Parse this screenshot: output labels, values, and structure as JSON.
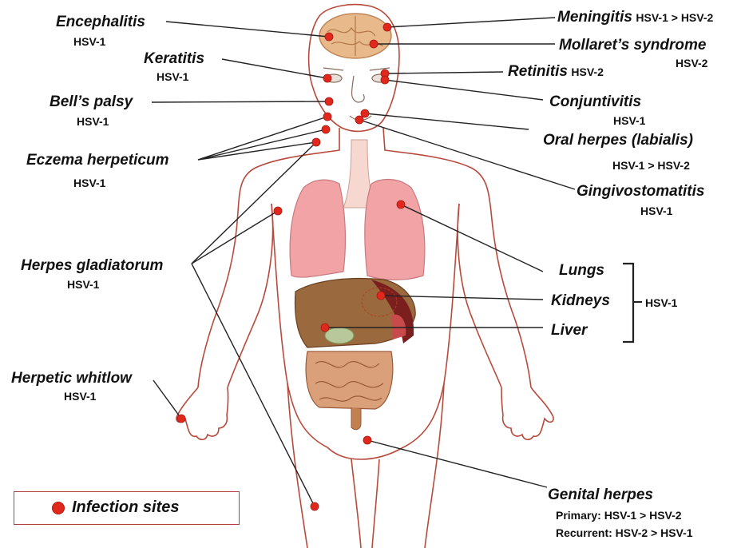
{
  "labels": {
    "encephalitis": {
      "title": "Encephalitis",
      "sub": "HSV-1"
    },
    "keratitis": {
      "title": "Keratitis",
      "sub": "HSV-1"
    },
    "bells_palsy": {
      "title": "Bell’s palsy",
      "sub": "HSV-1"
    },
    "eczema": {
      "title": "Eczema herpeticum",
      "sub": "HSV-1"
    },
    "gladiatorum": {
      "title": "Herpes gladiatorum",
      "sub": "HSV-1"
    },
    "whitlow": {
      "title": "Herpetic whitlow",
      "sub": "HSV-1"
    },
    "meningitis": {
      "title": "Meningitis",
      "sub": "HSV-1 > HSV-2"
    },
    "mollaret": {
      "title": "Mollaret’s syndrome",
      "sub": "HSV-2"
    },
    "retinitis": {
      "title": "Retinitis",
      "sub": "HSV-2"
    },
    "conjuntivitis": {
      "title": "Conjuntivitis",
      "sub": "HSV-1"
    },
    "oral_herpes": {
      "title": "Oral herpes (labialis)",
      "sub": "HSV-1 > HSV-2"
    },
    "gingivo": {
      "title": "Gingivostomatitis",
      "sub": "HSV-1"
    },
    "lungs": {
      "title": "Lungs"
    },
    "kidneys": {
      "title": "Kidneys"
    },
    "liver": {
      "title": "Liver"
    },
    "visceral_group": {
      "sub": "HSV-1"
    },
    "genital": {
      "title": "Genital herpes",
      "primary": "Primary: HSV-1 > HSV-2",
      "recurrent": "Recurrent: HSV-2 > HSV-1"
    }
  },
  "legend": {
    "label": "Infection sites"
  },
  "colors": {
    "infection_dot": "#e0281c",
    "body_outline": "#b84a3c",
    "brain": "#e8b98a",
    "lungs": "#f2a3a6",
    "liver": "#8c5a2e",
    "intestine": "#d9a07a"
  }
}
